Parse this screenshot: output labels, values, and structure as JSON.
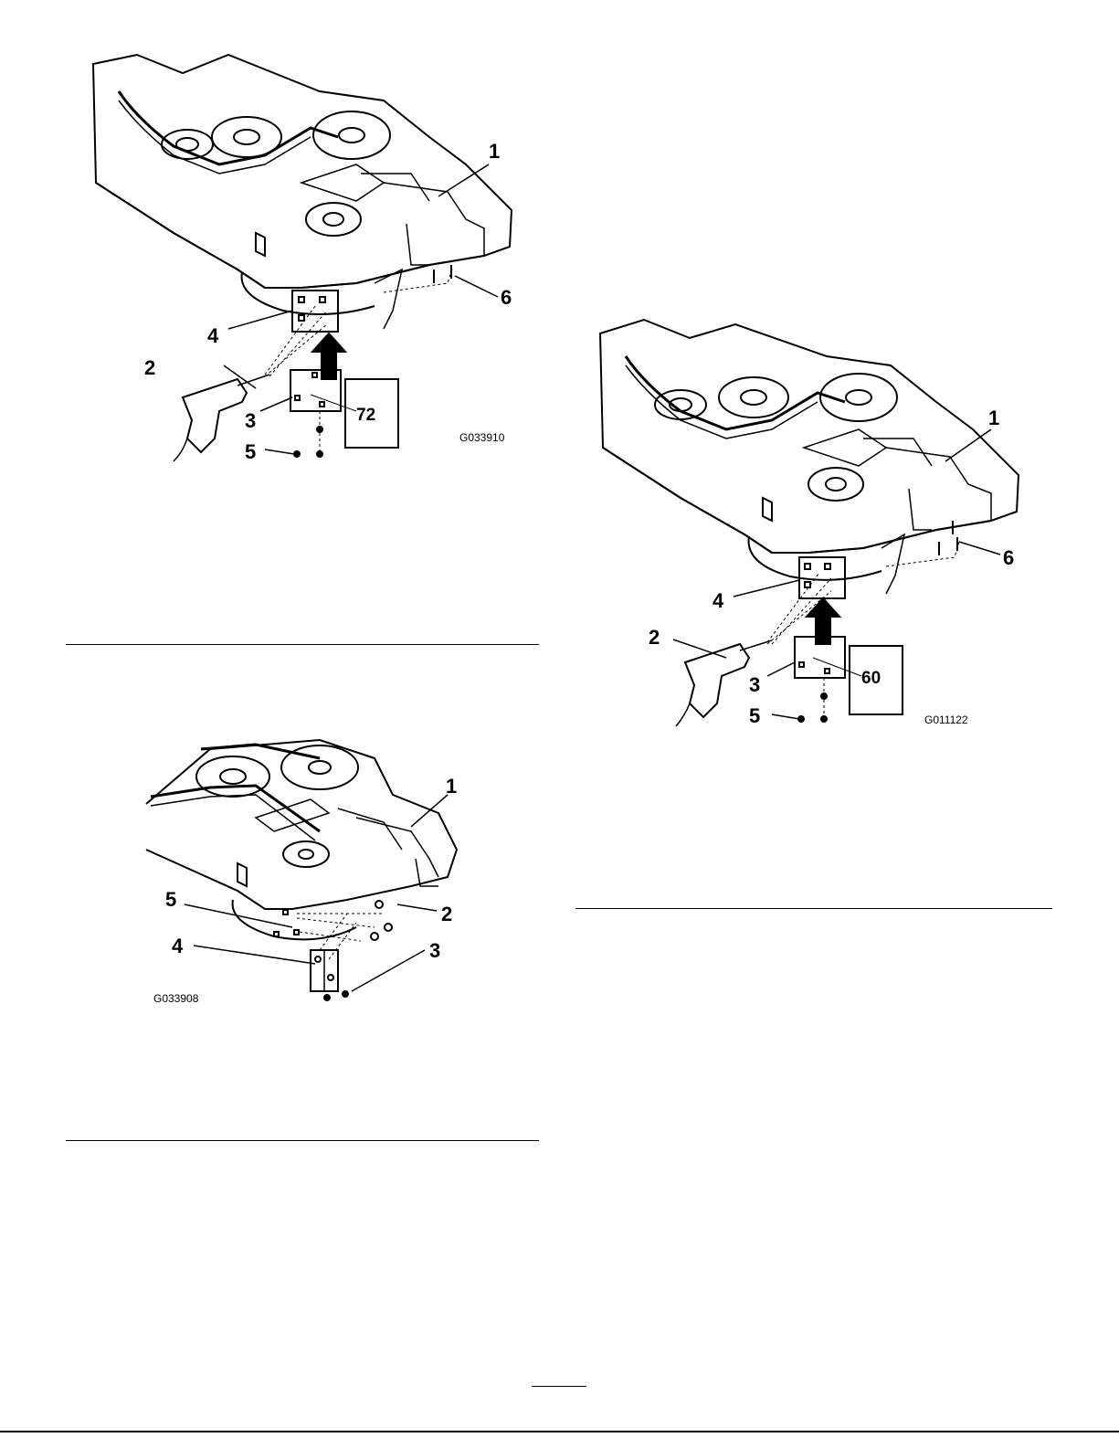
{
  "figures": [
    {
      "id": "G033910",
      "callouts": [
        "1",
        "2",
        "3",
        "4",
        "5",
        "6"
      ],
      "plate_number": "72"
    },
    {
      "id": "G033908",
      "callouts": [
        "1",
        "2",
        "3",
        "4",
        "5"
      ]
    },
    {
      "id": "G011122",
      "callouts": [
        "1",
        "2",
        "3",
        "4",
        "5",
        "6"
      ],
      "plate_number": "60"
    }
  ]
}
